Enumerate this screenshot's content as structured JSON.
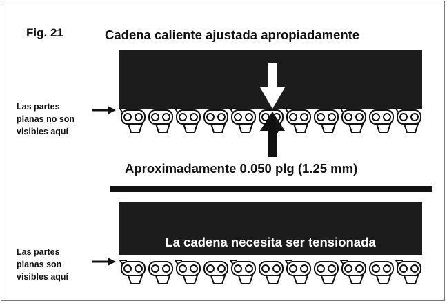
{
  "figure": {
    "label": "Fig. 21",
    "title": "Cadena caliente ajustada apropiadamente",
    "measurement": "Aproximadamente 0.050 plg (1.25 mm)"
  },
  "top_note": {
    "lines": [
      "Las partes",
      "planas no son",
      "visibles aquí"
    ]
  },
  "bottom_note": {
    "lines": [
      "Las partes",
      "planas son",
      "visibles aquí"
    ]
  },
  "bottom_bar": {
    "text": "La cadena necesita ser tensionada"
  },
  "colors": {
    "bar": "#1c1c1c",
    "ink": "#111111",
    "background": "#ffffff"
  }
}
